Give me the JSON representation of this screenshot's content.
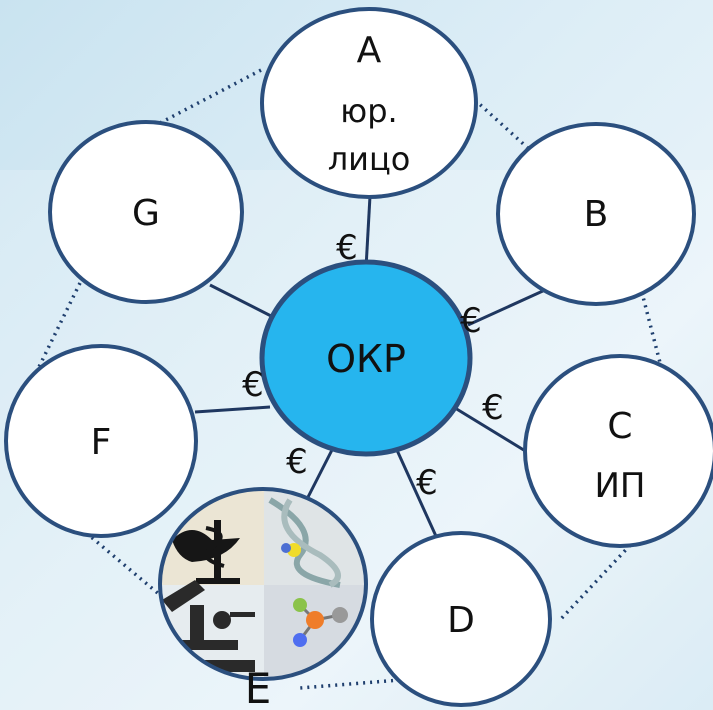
{
  "center": {
    "label": "ОКР",
    "fill": "#26b5ee",
    "stroke": "#2b4f7e"
  },
  "node_style": {
    "fill": "#ffffff",
    "stroke": "#2b4f7e"
  },
  "nodes": [
    {
      "id": "A",
      "lines": [
        "A",
        "юр.",
        "лицо"
      ]
    },
    {
      "id": "B",
      "lines": [
        "B"
      ]
    },
    {
      "id": "C",
      "lines": [
        "C",
        "ИП"
      ]
    },
    {
      "id": "D",
      "lines": [
        "D"
      ]
    },
    {
      "id": "E",
      "lines": [
        "E"
      ],
      "image_quadrants": [
        "bowl-of-hygieia",
        "dna-helix",
        "microscope",
        "molecule"
      ]
    },
    {
      "id": "F",
      "lines": [
        "F"
      ]
    },
    {
      "id": "G",
      "lines": [
        "G"
      ]
    }
  ],
  "euro_symbol": "€"
}
